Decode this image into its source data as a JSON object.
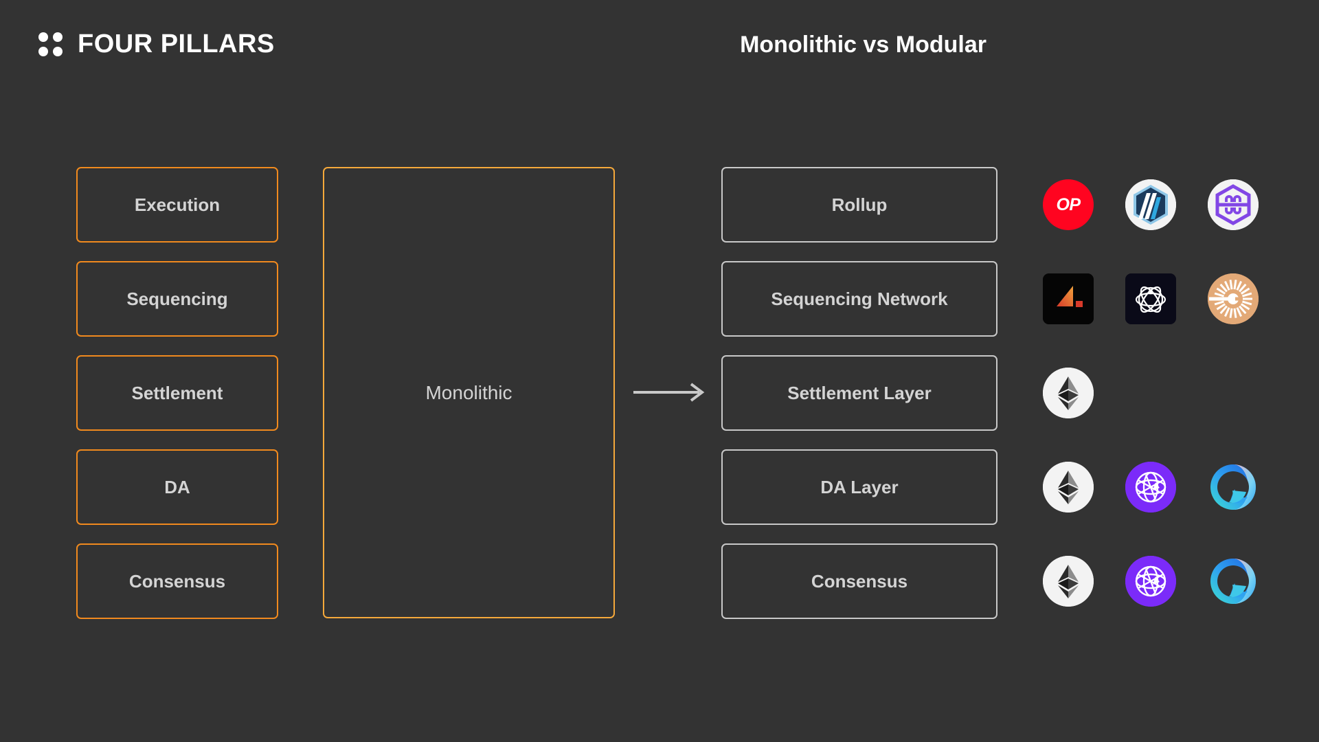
{
  "brand": {
    "name": "FOUR PILLARS",
    "mark_icon": "four-dots-icon",
    "dot_count": 4
  },
  "header": {
    "title": "Monolithic vs Modular"
  },
  "colors": {
    "background": "#333333",
    "pillar_border": "#F18A1E",
    "monolithic_border": "#F6A93B",
    "layer_border": "#C9C9C9",
    "text_primary": "#FFFFFF",
    "text_box": "#D4D4D4",
    "arrow": "#C9C9C9"
  },
  "pillars": {
    "items": [
      {
        "label": "Execution"
      },
      {
        "label": "Sequencing"
      },
      {
        "label": "Settlement"
      },
      {
        "label": "DA"
      },
      {
        "label": "Consensus"
      }
    ]
  },
  "monolithic": {
    "label": "Monolithic"
  },
  "arrow": {
    "icon": "arrow-right-icon"
  },
  "modular": {
    "rows": [
      {
        "label": "Rollup",
        "logos": [
          {
            "name": "optimism-logo",
            "text": "OP",
            "style": "op"
          },
          {
            "name": "arbitrum-logo",
            "text": "",
            "style": "arbitrum"
          },
          {
            "name": "polygon-zkevm-logo",
            "text": "",
            "style": "zkevm"
          }
        ]
      },
      {
        "label": "Sequencing Network",
        "logos": [
          {
            "name": "astria-logo",
            "text": "",
            "style": "astria"
          },
          {
            "name": "espresso-logo",
            "text": "",
            "style": "espresso"
          },
          {
            "name": "radius-logo",
            "text": "",
            "style": "radius"
          }
        ]
      },
      {
        "label": "Settlement Layer",
        "logos": [
          {
            "name": "ethereum-logo",
            "text": "",
            "style": "ethereum"
          }
        ]
      },
      {
        "label": "DA Layer",
        "logos": [
          {
            "name": "ethereum-logo",
            "text": "",
            "style": "ethereum"
          },
          {
            "name": "celestia-logo",
            "text": "",
            "style": "celestia"
          },
          {
            "name": "avail-logo",
            "text": "",
            "style": "avail"
          }
        ]
      },
      {
        "label": "Consensus",
        "logos": [
          {
            "name": "ethereum-logo",
            "text": "",
            "style": "ethereum"
          },
          {
            "name": "celestia-logo",
            "text": "",
            "style": "celestia"
          },
          {
            "name": "avail-logo",
            "text": "",
            "style": "avail"
          }
        ]
      }
    ]
  }
}
